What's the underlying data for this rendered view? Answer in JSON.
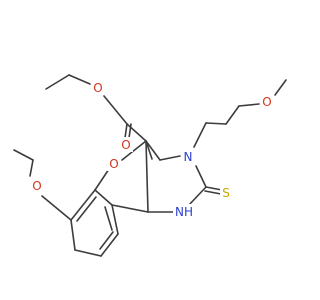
{
  "molecule": {
    "atom_labels": {
      "o_ethoxy": "O",
      "o_ring": "O",
      "o_carbonyl": "O",
      "o_ester": "O",
      "o_methoxy": "O",
      "n_ring": "N",
      "nh_ring": "NH",
      "s_thione": "S"
    },
    "substituent_labels": {
      "methyl": "methyl"
    },
    "colors": {
      "bond": "#3c3c3c",
      "oxygen": "#d6331d",
      "nitrogen": "#2a3fd1",
      "sulfur": "#c8a800"
    }
  }
}
